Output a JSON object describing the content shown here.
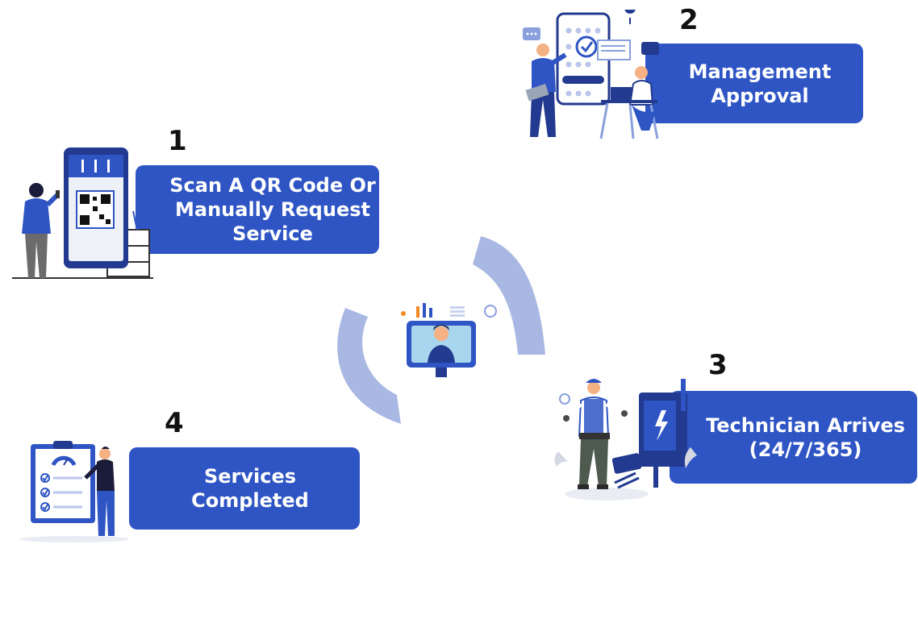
{
  "steps": [
    {
      "number": "1",
      "label": "Scan A QR Code Or\nManually Request\nService",
      "icon": "qr-phone-user-icon"
    },
    {
      "number": "2",
      "label": "Management\nApproval",
      "icon": "approval-checklist-icon"
    },
    {
      "number": "3",
      "label": "Technician Arrives\n(24/7/365)",
      "icon": "technician-electrical-icon"
    },
    {
      "number": "4",
      "label": "Services\nCompleted",
      "icon": "completed-checklist-icon"
    }
  ],
  "center": {
    "icon": "support-agent-monitor-icon"
  },
  "colors": {
    "card": "#2f55c4",
    "arc": "#a9b8e3",
    "dark_blue": "#223a8f",
    "text": "#111111"
  }
}
